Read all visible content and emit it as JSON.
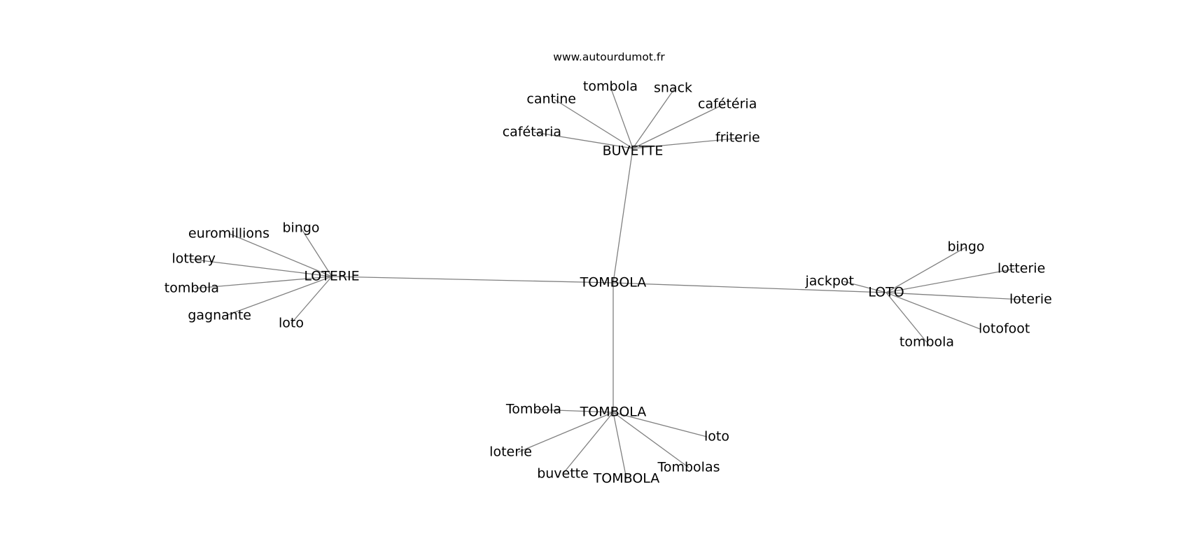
{
  "source": "www.autourdumot.fr",
  "graph": {
    "center": "TOMBOLA",
    "branches": [
      {
        "label": "BUVETTE",
        "leaves": [
          "cafétaria",
          "cantine",
          "tombola",
          "snack",
          "cafétéria",
          "friterie"
        ]
      },
      {
        "label": "LOTERIE",
        "leaves": [
          "euromillions",
          "bingo",
          "lottery",
          "tombola",
          "gagnante",
          "loto"
        ]
      },
      {
        "label": "LOTO",
        "leaves": [
          "jackpot",
          "bingo",
          "lotterie",
          "loterie",
          "lotofoot",
          "tombola"
        ]
      },
      {
        "label": "TOMBOLA",
        "leaves": [
          "Tombola",
          "loto",
          "loterie",
          "buvette",
          "TOMBOLA",
          "Tombolas"
        ]
      }
    ]
  }
}
